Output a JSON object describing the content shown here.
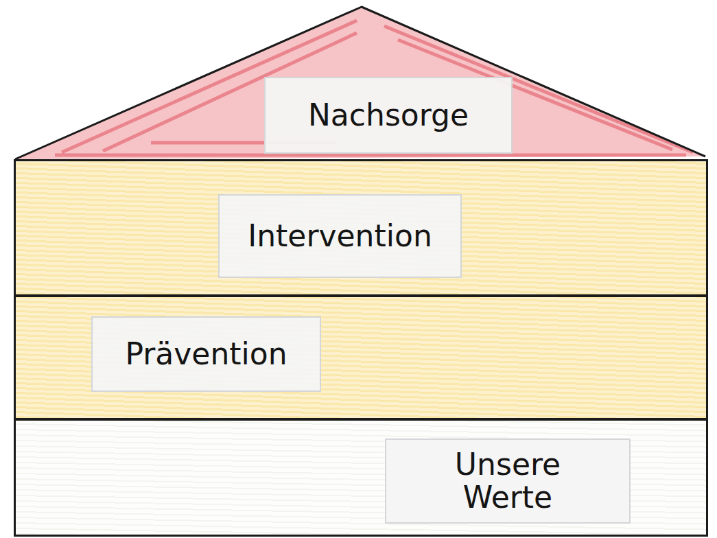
{
  "diagram": {
    "nodes": [
      {
        "text": [
          "Nachsorge"
        ]
      },
      {
        "text": [
          "Intervention"
        ]
      },
      {
        "text": [
          "Prävention"
        ]
      },
      {
        "text": [
          "Unsere Werte"
        ]
      }
    ]
  }
}
